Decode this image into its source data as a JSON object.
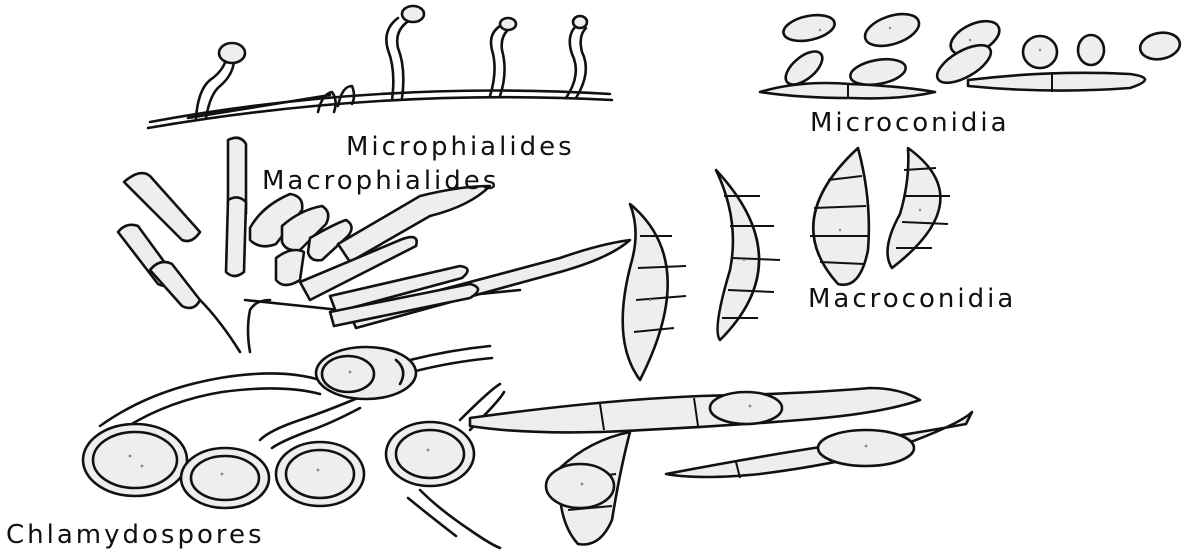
{
  "labels": {
    "microphialides": "Microphialides",
    "microconidia": "Microconidia",
    "macrophialides": "Macrophialides",
    "macroconidia": "Macroconidia",
    "chlamydospores": "Chlamydospores"
  },
  "colors": {
    "ink": "#111111",
    "background": "#ffffff",
    "stipple": "#888888"
  }
}
